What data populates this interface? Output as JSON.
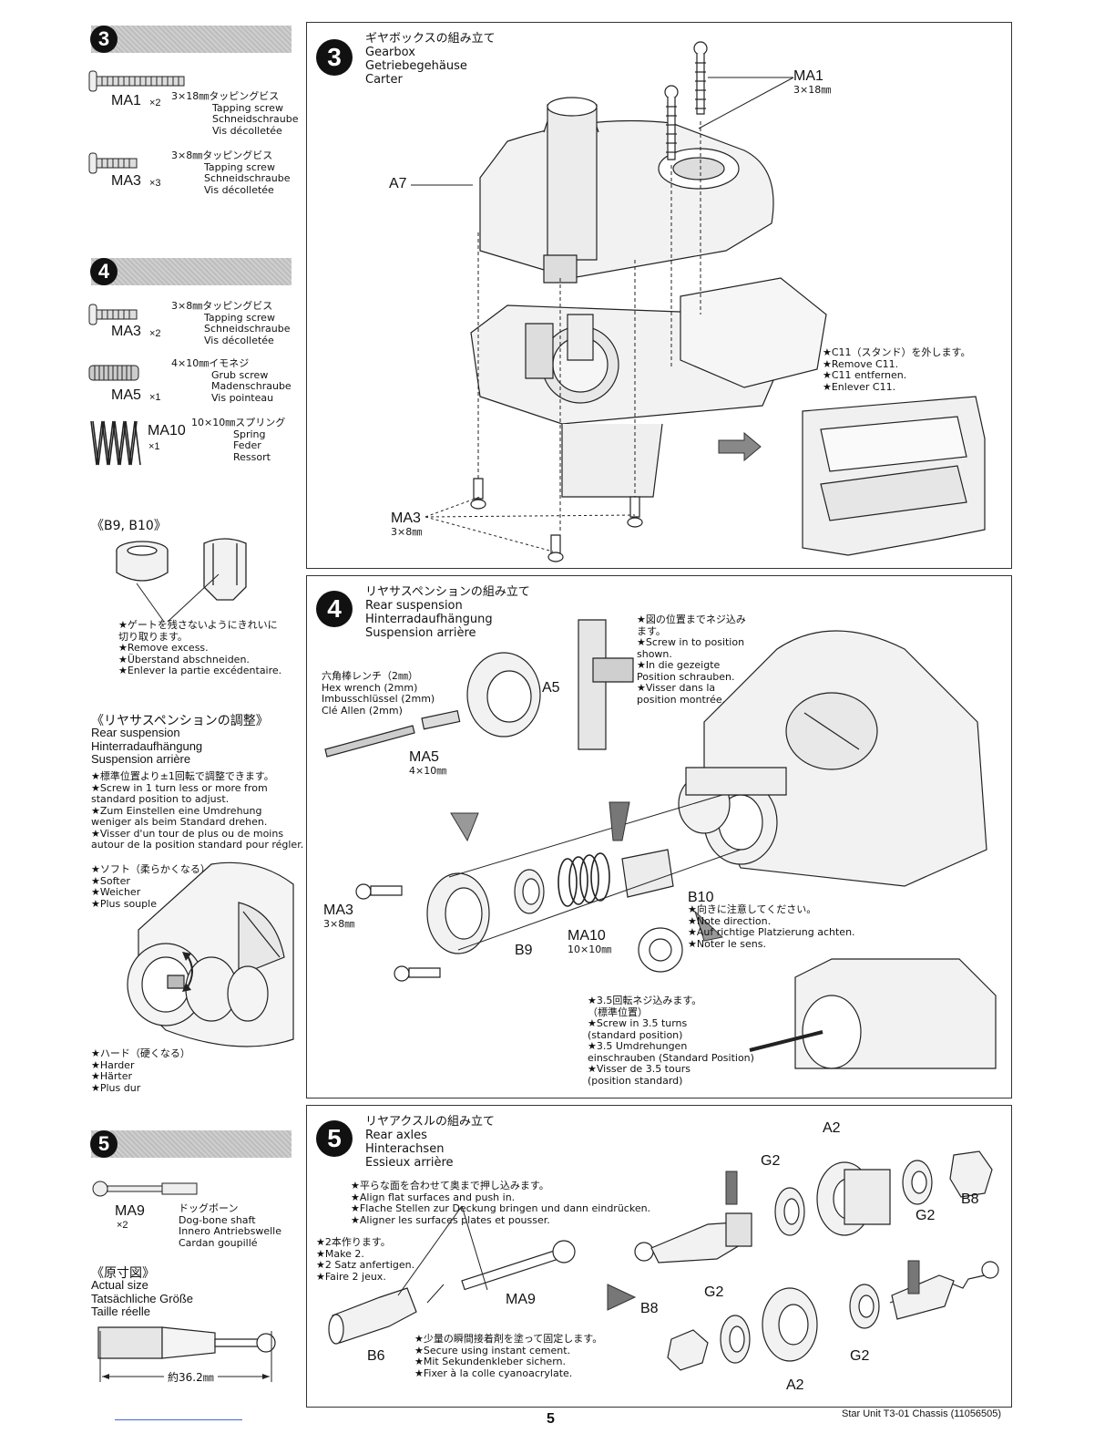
{
  "left": {
    "step3": {
      "num": "3",
      "parts": [
        {
          "code": "MA1",
          "qty": "×2",
          "jp": "3×18㎜タッピングビス",
          "en": "Tapping screw",
          "de": "Schneidschraube",
          "fr": "Vis décolletée"
        },
        {
          "code": "MA3",
          "qty": "×3",
          "jp": "3×8㎜タッピングビス",
          "en": "Tapping screw",
          "de": "Schneidschraube",
          "fr": "Vis décolletée"
        }
      ]
    },
    "step4": {
      "num": "4",
      "parts": [
        {
          "code": "MA3",
          "qty": "×2",
          "jp": "3×8㎜タッピングビス",
          "en": "Tapping screw",
          "de": "Schneidschraube",
          "fr": "Vis décolletée"
        },
        {
          "code": "MA5",
          "qty": "×1",
          "jp": "4×10㎜イモネジ",
          "en": "Grub screw",
          "de": "Madenschraube",
          "fr": "Vis pointeau"
        },
        {
          "code": "MA10",
          "qty": "×1",
          "jp": "10×10㎜スプリング",
          "en": "Spring",
          "de": "Feder",
          "fr": "Ressort"
        }
      ],
      "b9b10_title": "《B9, B10》",
      "remove_excess": [
        "★ゲートを残さないようにきれいに",
        "切り取ります。",
        "★Remove excess.",
        "★Überstand abschneiden.",
        "★Enlever la partie excédentaire."
      ],
      "adjust_title": "《リヤサスペンションの調整》",
      "adjust_lang": [
        "Rear suspension",
        "Hinterradaufhängung",
        "Suspension arrière"
      ],
      "adjust_notes": [
        "★標準位置より±1回転で調整できます。",
        "★Screw in 1 turn less or more from",
        "standard position to adjust.",
        "★Zum Einstellen eine Umdrehung",
        "weniger als beim Standard drehen.",
        "★Visser d'un tour de plus ou de moins",
        "autour de la position standard pour régler."
      ],
      "softer": [
        "★ソフト（柔らかくなる）",
        "★Softer",
        "★Weicher",
        "★Plus souple"
      ],
      "harder": [
        "★ハード（硬くなる）",
        "★Harder",
        "★Härter",
        "★Plus dur"
      ]
    },
    "step5": {
      "num": "5",
      "part": {
        "code": "MA9",
        "qty": "×2",
        "jp": "ドッグボーン",
        "en": "Dog-bone shaft",
        "de": "Innero Antriebswelle",
        "fr": "Cardan goupillé"
      },
      "actual_title": "《原寸図》",
      "actual_lang": [
        "Actual size",
        "Tatsächliche Größe",
        "Taille réelle"
      ],
      "dimension": "約36.2㎜"
    }
  },
  "panel3": {
    "num": "3",
    "titles": [
      "ギヤボックスの組み立て",
      "Gearbox",
      "Getriebegehäuse",
      "Carter"
    ],
    "labels": {
      "ma1": "MA1",
      "ma1_size": "3×18㎜",
      "a7": "A7",
      "ma3": "MA3",
      "ma3_size": "3×8㎜"
    },
    "note": [
      "★C11（スタンド）を外します。",
      "★Remove C11.",
      "★C11 entfernen.",
      "★Enlever C11."
    ]
  },
  "panel4": {
    "num": "4",
    "titles": [
      "リヤサスペンションの組み立て",
      "Rear suspension",
      "Hinterradaufhängung",
      "Suspension arrière"
    ],
    "hex": [
      "六角棒レンチ（2㎜）",
      "Hex wrench (2mm)",
      "Imbusschlüssel (2mm)",
      "Clé Allen (2mm)"
    ],
    "labels": {
      "a5": "A5",
      "ma5": "MA5",
      "ma5_size": "4×10㎜",
      "ma3": "MA3",
      "ma3_size": "3×8㎜",
      "b9": "B9",
      "ma10": "MA10",
      "ma10_size": "10×10㎜",
      "b10": "B10"
    },
    "screw_note": [
      "★図の位置までネジ込み",
      "ます。",
      "★Screw in to position",
      "shown.",
      "★In die gezeigte",
      "Position schrauben.",
      "★Visser dans la",
      "position montrée."
    ],
    "direction_note": [
      "★向きに注意してください。",
      "★Note direction.",
      "★Auf richtige Platzierung achten.",
      "★Noter le sens."
    ],
    "turns_note": [
      "★3.5回転ネジ込みます。",
      "（標準位置）",
      "★Screw in 3.5 turns",
      "(standard position)",
      "★3.5 Umdrehungen",
      "einschrauben (Standard Position)",
      "★Visser de 3.5 tours",
      "(position standard)"
    ]
  },
  "panel5": {
    "num": "5",
    "titles": [
      "リヤアクスルの組み立て",
      "Rear axles",
      "Hinterachsen",
      "Essieux arrière"
    ],
    "align_note": [
      "★平らな面を合わせて奥まで押し込みます。",
      "★Align flat surfaces and push in.",
      "★Flache Stellen zur Deckung bringen und dann eindrücken.",
      "★Aligner les surfaces plates et pousser."
    ],
    "make_note": [
      "★2本作ります。",
      "★Make 2.",
      "★2 Satz anfertigen.",
      "★Faire 2 jeux."
    ],
    "cement_note": [
      "★少量の瞬間接着剤を塗って固定します。",
      "★Secure using instant cement.",
      "★Mit Sekundenkleber sichern.",
      "★Fixer à la colle cyanoacrylate."
    ],
    "labels": {
      "a2_top": "A2",
      "g2_a": "G2",
      "g2_b": "G2",
      "b8_top": "B8",
      "ma9": "MA9",
      "b6": "B6",
      "g2_c": "G2",
      "b8_bottom": "B8",
      "g2_d": "G2",
      "a2_bottom": "A2"
    }
  },
  "footer": {
    "page": "5",
    "title": "Star Unit T3-01 Chassis (11056505)"
  }
}
